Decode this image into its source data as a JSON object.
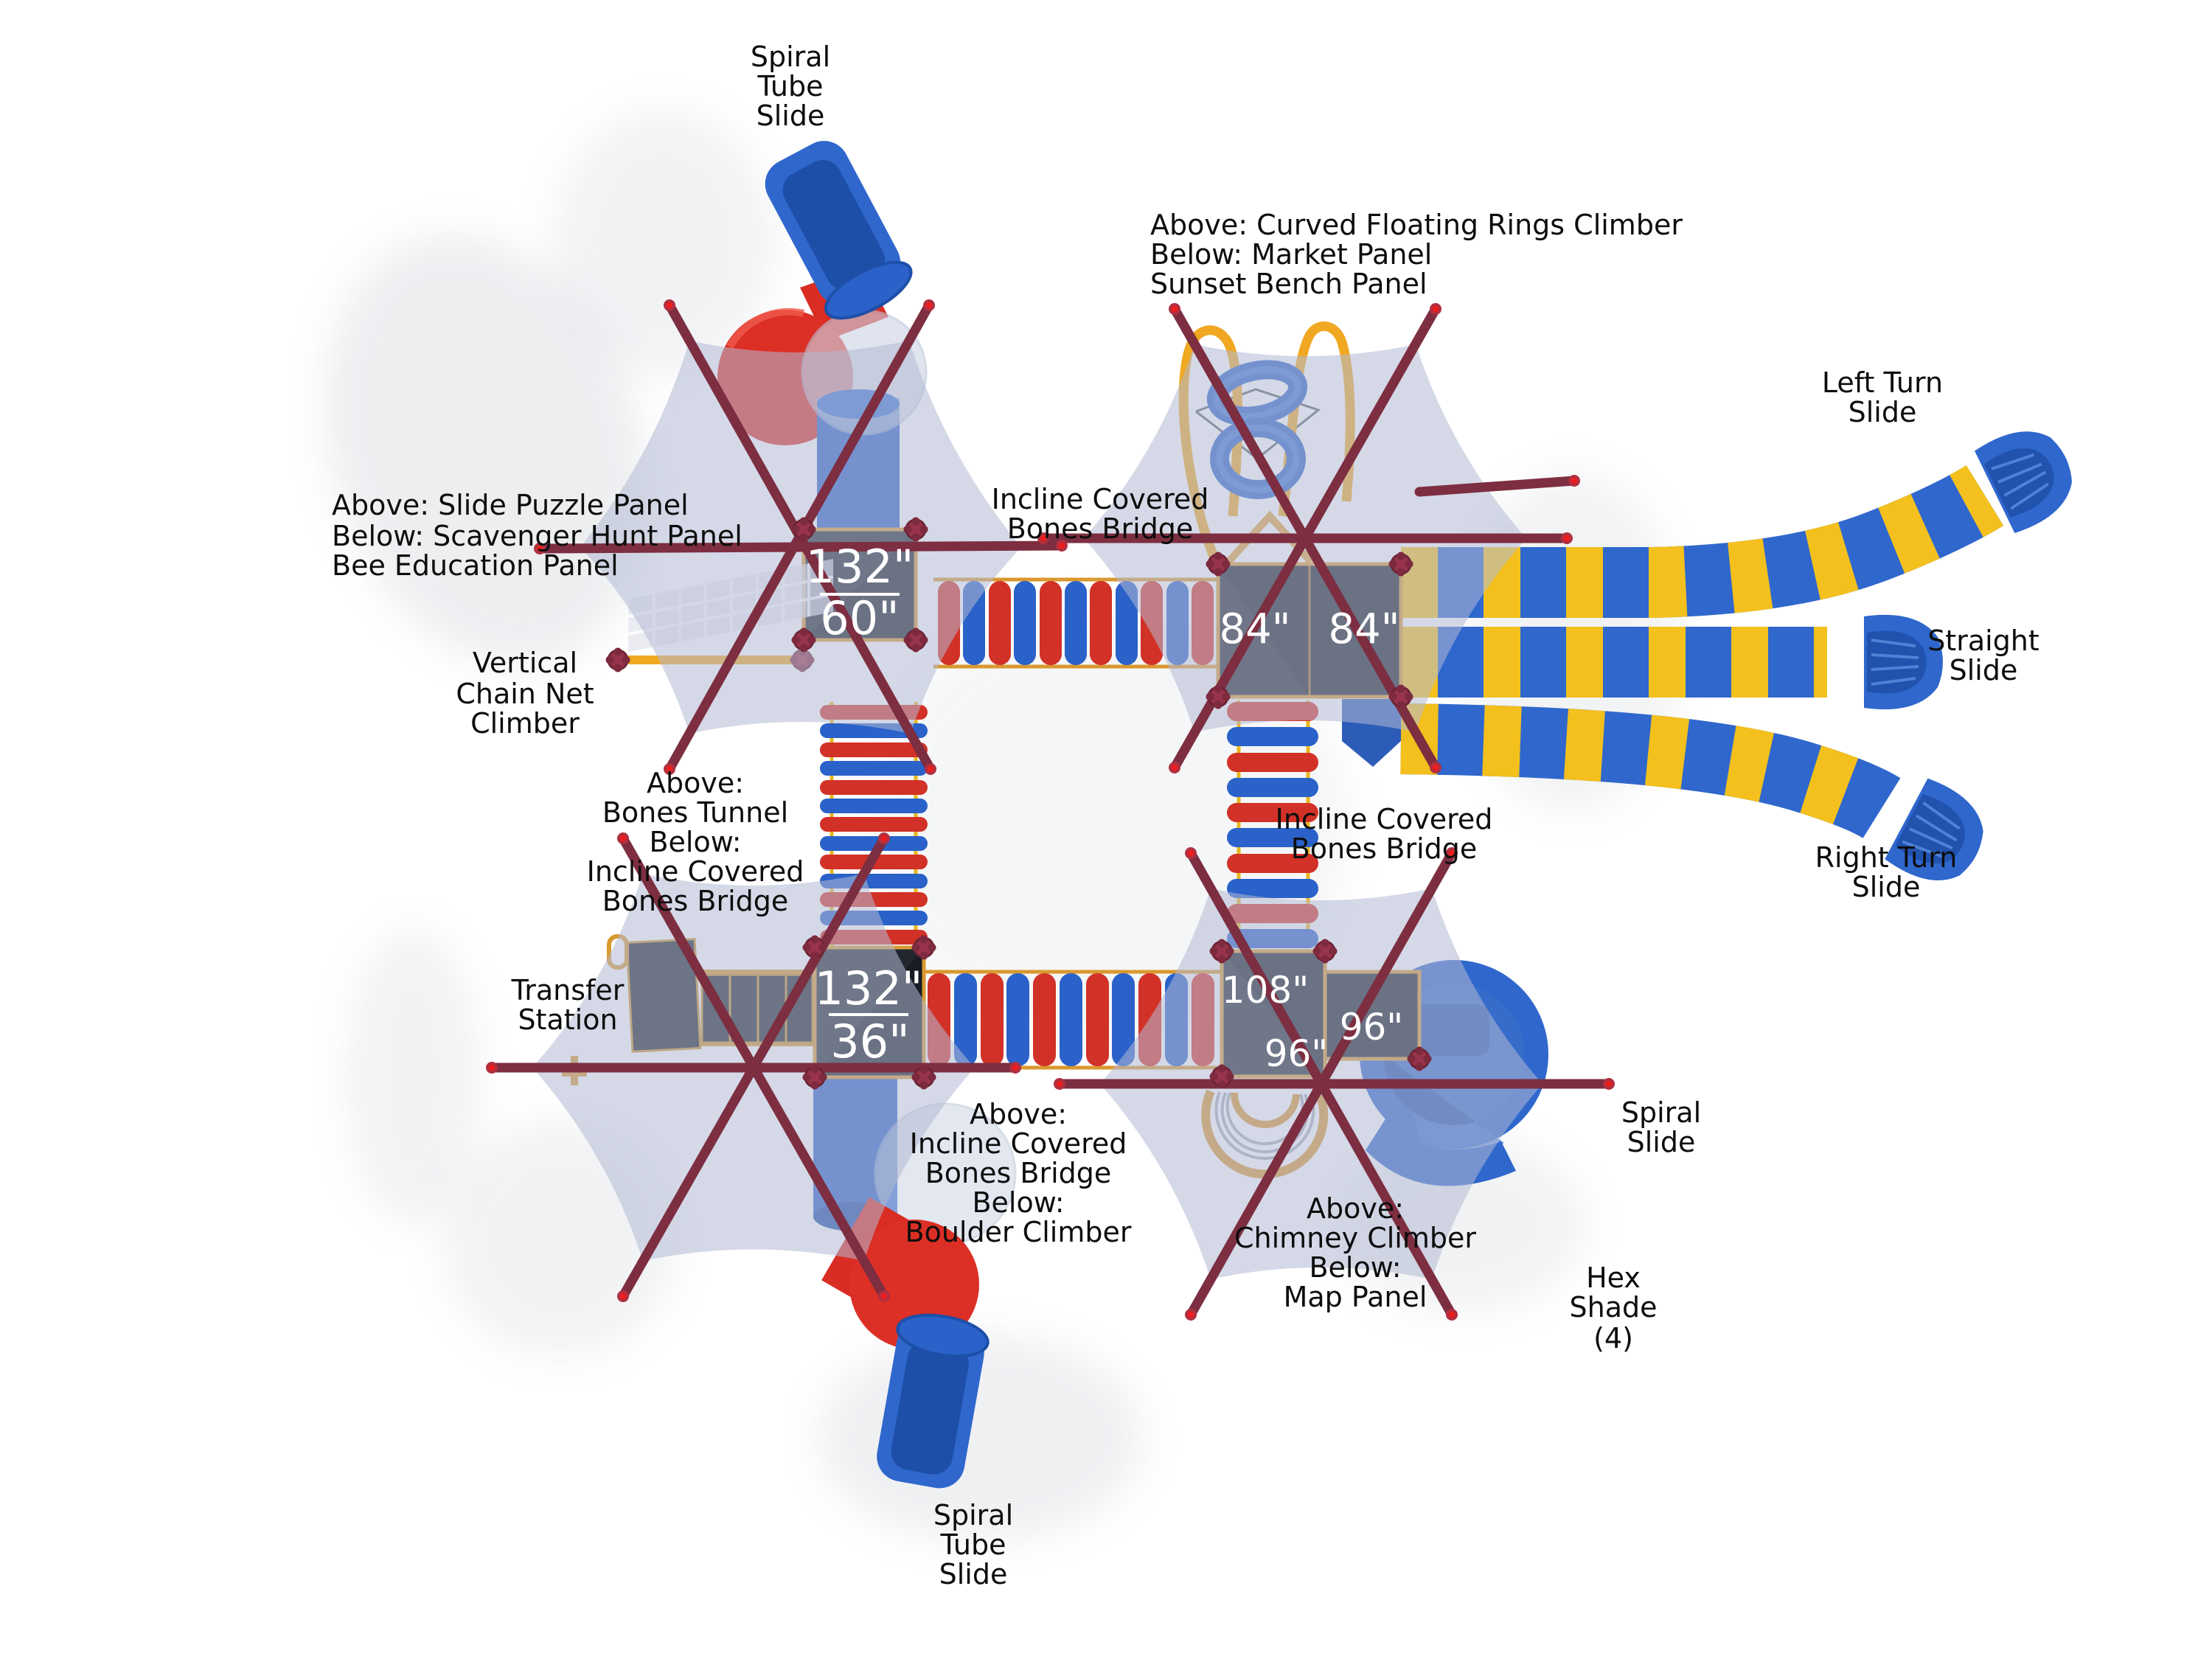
{
  "title": "Playground top view plan with hex shades",
  "labels": {
    "spiral_tube_slide_top": {
      "lines": [
        "Spiral",
        "Tube",
        "Slide"
      ]
    },
    "rings_climber": {
      "lines": [
        "Above: Curved Floating Rings Climber",
        "Below: Market Panel",
        "Sunset Bench Panel"
      ]
    },
    "incline_bridge_top": {
      "lines": [
        "Incline Covered",
        "Bones Bridge"
      ]
    },
    "left_turn_slide": {
      "lines": [
        "Left Turn",
        "Slide"
      ]
    },
    "straight_slide": {
      "lines": [
        "Straight",
        "Slide"
      ]
    },
    "right_turn_slide": {
      "lines": [
        "Right Turn",
        "Slide"
      ]
    },
    "slide_puzzle_panels": {
      "lines": [
        "Above: Slide Puzzle Panel",
        "Below: Scavenger Hunt Panel",
        "Bee Education Panel"
      ]
    },
    "vertical_chain_net": {
      "lines": [
        "Vertical",
        "Chain Net",
        "Climber"
      ]
    },
    "bones_tunnel_stack": {
      "lines": [
        "Above:",
        "Bones Tunnel",
        "Below:",
        "Incline Covered",
        "Bones Bridge"
      ]
    },
    "incline_bridge_right": {
      "lines": [
        "Incline Covered",
        "Bones Bridge"
      ]
    },
    "transfer_station": {
      "lines": [
        "Transfer",
        "Station"
      ]
    },
    "boulder_climber_stack": {
      "lines": [
        "Above:",
        "Incline Covered",
        "Bones Bridge",
        "Below:",
        "Boulder Climber"
      ]
    },
    "chimney_climber_stack": {
      "lines": [
        "Above:",
        "Chimney Climber",
        "Below:",
        "Map Panel"
      ]
    },
    "spiral_slide": {
      "lines": [
        "Spiral",
        "Slide"
      ]
    },
    "hex_shade": {
      "lines": [
        "Hex",
        "Shade",
        "(4)"
      ]
    },
    "spiral_tube_slide_bottom": {
      "lines": [
        "Spiral",
        "Tube",
        "Slide"
      ]
    }
  },
  "dimensions": {
    "deck_tl_top": "132\"",
    "deck_tl_bottom": "60\"",
    "deck_tr_left": "84\"",
    "deck_tr_right": "84\"",
    "deck_bl_top": "132\"",
    "deck_bl_bottom": "36\"",
    "deck_br_a": "108\"",
    "deck_br_b": "96\"",
    "deck_br_c": "96\""
  },
  "colors": {
    "background": "#ffffff",
    "shade_fabric": "#b2bad4",
    "shade_beam": "#7d2e41",
    "beam_tip_red": "#ef1c1c",
    "deck_panel": "#161b24",
    "deck_trim_gold": "#d9982f",
    "bone_red": "#d23127",
    "bone_blue": "#2a62c9",
    "connector_yellow": "#e8b71e",
    "slide_blue": "#2f67cd",
    "slide_stripe_yellow": "#f3c01d",
    "tube_red": "#dc2f25",
    "glass_dome": "#ccd5e5",
    "climber_gold": "#f0a822",
    "label_text": "#0d0d0d",
    "dimension_text": "#ffffff"
  }
}
